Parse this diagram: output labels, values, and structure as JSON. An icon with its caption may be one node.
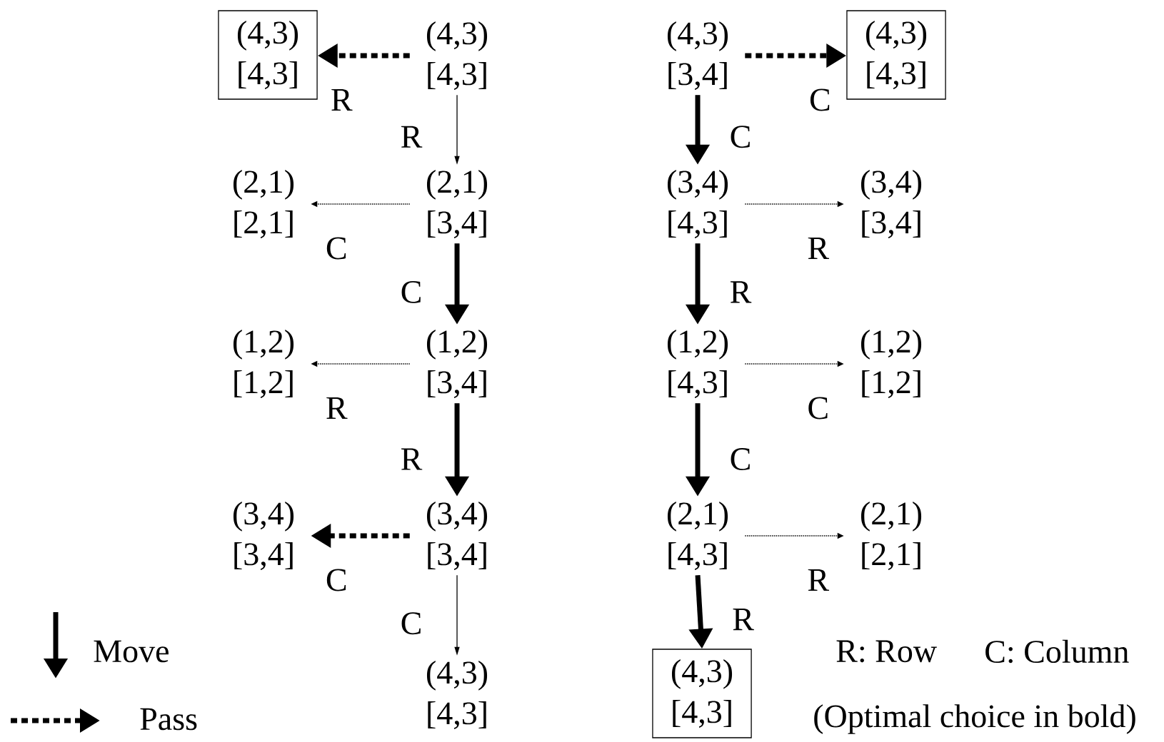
{
  "diagram": {
    "nodes": [
      {
        "text": [
          "(4,3)",
          "[4,3]"
        ]
      },
      {
        "text": [
          "(4,3)",
          "[4,3]"
        ]
      },
      {
        "text": [
          "(4,3)",
          "[3,4]"
        ]
      },
      {
        "text": [
          "(4,3)",
          "[4,3]"
        ]
      },
      {
        "text": [
          "(2,1)",
          "[2,1]"
        ]
      },
      {
        "text": [
          "(2,1)",
          "[3,4]"
        ]
      },
      {
        "text": [
          "(3,4)",
          "[4,3]"
        ]
      },
      {
        "text": [
          "(3,4)",
          "[3,4]"
        ]
      },
      {
        "text": [
          "(1,2)",
          "[1,2]"
        ]
      },
      {
        "text": [
          "(1,2)",
          "[3,4]"
        ]
      },
      {
        "text": [
          "(1,2)",
          "[4,3]"
        ]
      },
      {
        "text": [
          "(1,2)",
          "[1,2]"
        ]
      },
      {
        "text": [
          "(3,4)",
          "[3,4]"
        ]
      },
      {
        "text": [
          "(3,4)",
          "[3,4]"
        ]
      },
      {
        "text": [
          "(2,1)",
          "[4,3]"
        ]
      },
      {
        "text": [
          "(2,1)",
          "[2,1]"
        ]
      },
      {
        "text": [
          "(4,3)",
          "[4,3]"
        ]
      },
      {
        "text": [
          "(4,3)",
          "[4,3]"
        ]
      }
    ],
    "edges": [
      {
        "from": 1,
        "to": 0,
        "arrow": "to",
        "label": "R",
        "style": "dashed"
      },
      {
        "from": 1,
        "to": 5,
        "arrow": "to",
        "label": "R"
      },
      {
        "from": 5,
        "to": 4,
        "arrow": "to",
        "label": "C",
        "style": "dashed"
      },
      {
        "from": 5,
        "to": 9,
        "arrow": "to",
        "label": "C"
      },
      {
        "from": 9,
        "to": 8,
        "arrow": "to",
        "label": "R",
        "style": "dashed"
      },
      {
        "from": 9,
        "to": 13,
        "arrow": "to",
        "label": "R"
      },
      {
        "from": 13,
        "to": 12,
        "arrow": "to",
        "label": "C",
        "style": "dashed"
      },
      {
        "from": 13,
        "to": 16,
        "arrow": "to",
        "label": "C"
      },
      {
        "from": 2,
        "to": 3,
        "arrow": "to",
        "label": "C",
        "style": "dashed"
      },
      {
        "from": 2,
        "to": 6,
        "arrow": "to",
        "label": "C"
      },
      {
        "from": 6,
        "to": 7,
        "arrow": "to",
        "label": "R",
        "style": "dashed"
      },
      {
        "from": 6,
        "to": 10,
        "arrow": "to",
        "label": "R"
      },
      {
        "from": 10,
        "to": 11,
        "arrow": "to",
        "label": "C",
        "style": "dashed"
      },
      {
        "from": 10,
        "to": 14,
        "arrow": "to",
        "label": "C"
      },
      {
        "from": 14,
        "to": 15,
        "arrow": "to",
        "label": "R",
        "style": "dashed"
      },
      {
        "from": 14,
        "to": 17,
        "arrow": "to",
        "label": "R"
      }
    ],
    "labels": [
      "R: Row",
      "C: Column",
      "(Optimal choice in bold)"
    ],
    "legend": [
      {
        "text": "Move"
      },
      {
        "text": "Pass"
      }
    ]
  }
}
